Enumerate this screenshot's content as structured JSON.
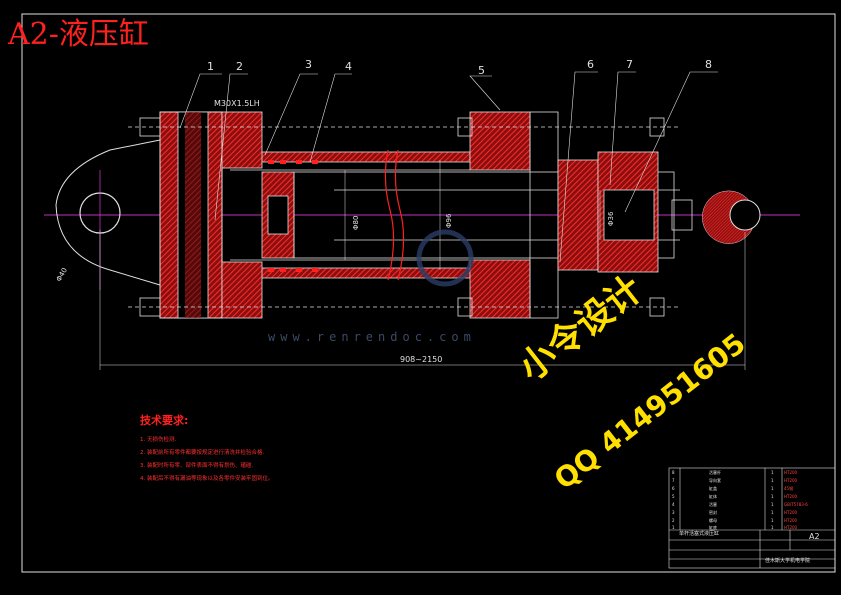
{
  "title": "A2-液压缸",
  "balloons": [
    "1",
    "2",
    "3",
    "4",
    "5",
    "6",
    "7",
    "8"
  ],
  "dims": {
    "thread": "M30X1.5LH",
    "bore": "Φ80",
    "outer": "Φ96",
    "rod": "Φ36",
    "pin": "Φ40",
    "stroke": "908~2150"
  },
  "watermark_site": "www.renrendoc.com",
  "tech": {
    "heading": "技术要求:",
    "items": [
      "1. 无损伤检测.",
      "2. 装配前所有零件都要按规定进行清洗并检验合格.",
      "3. 装配时所有零、部件表面不得有划伤、磕碰.",
      "4. 装配后不得有漏油等现象以及各零件安装牢固到位。"
    ]
  },
  "overlay": {
    "line1": "小令设计",
    "line2": "QQ 414951605"
  },
  "titleblock": {
    "rows": [
      {
        "no": "8",
        "name": "活塞杆",
        "qty": "1",
        "mat": "HT200"
      },
      {
        "no": "7",
        "name": "导向套",
        "qty": "1",
        "mat": "HT200"
      },
      {
        "no": "6",
        "name": "缸盖",
        "qty": "1",
        "mat": "45钢"
      },
      {
        "no": "5",
        "name": "缸体",
        "qty": "1",
        "mat": "HT200"
      },
      {
        "no": "4",
        "name": "活塞",
        "qty": "1",
        "mat": "GB/T5783-6"
      },
      {
        "no": "3",
        "name": "密封",
        "qty": "1",
        "mat": "HT200"
      },
      {
        "no": "2",
        "name": "螺母",
        "qty": "1",
        "mat": "HT200"
      },
      {
        "no": "1",
        "name": "缸底",
        "qty": "1",
        "mat": "HT200"
      }
    ],
    "drawing_name": "单杆活塞式液压缸",
    "sheet": "A2",
    "school": "佳木斯大学机电学院"
  }
}
